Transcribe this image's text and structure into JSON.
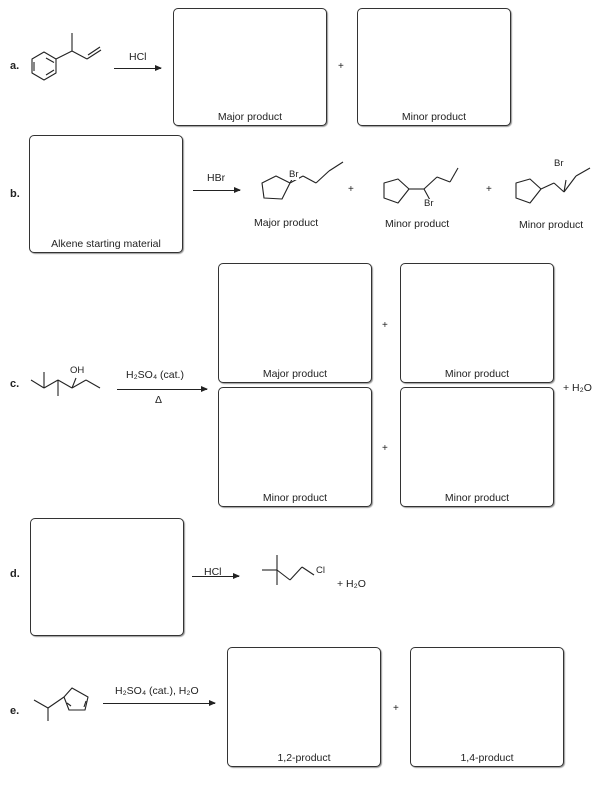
{
  "parts": {
    "a": {
      "label": "a.",
      "reagent": "HCl",
      "box1": "Major product",
      "box2": "Minor product",
      "plus": "+"
    },
    "b": {
      "label": "b.",
      "reagent": "HBr",
      "box": "Alkene starting material",
      "prod1": "Major product",
      "prod2": "Minor product",
      "prod3": "Minor product",
      "plus1": "+",
      "plus2": "+",
      "br": "Br"
    },
    "c": {
      "label": "c.",
      "reagent_top": "H₂SO₄  (cat.)",
      "reagent_bottom": "Δ",
      "box1": "Major product",
      "box2": "Minor product",
      "box3": "Minor product",
      "box4": "Minor product",
      "plus1": "+",
      "plus2": "+",
      "water": "+ H₂O",
      "oh": "OH"
    },
    "d": {
      "label": "d.",
      "reagent": "HCl",
      "water": "+ H₂O",
      "cl": "Cl"
    },
    "e": {
      "label": "e.",
      "reagent": "H₂SO₄  (cat.), H₂O",
      "box1": "1,2-product",
      "box2": "1,4-product",
      "plus": "+"
    }
  }
}
